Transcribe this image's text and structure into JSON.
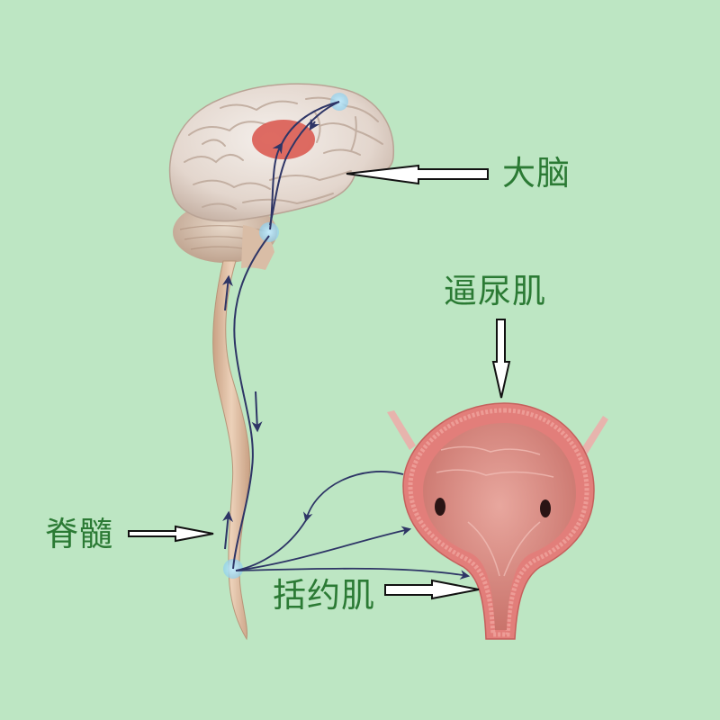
{
  "diagram": {
    "type": "anatomical-illustration",
    "subject": "micturition reflex pathway",
    "background_color": "#bde6c3",
    "label_color": "#2b7a34",
    "labels": {
      "brain": "大脑",
      "detrusor_muscle": "逼尿肌",
      "spinal_cord": "脊髓",
      "sphincter_muscle": "括约肌"
    },
    "nodes": [
      {
        "id": "cortex-center",
        "description": "red oval region in brain"
      },
      {
        "id": "frontal-node",
        "description": "light blue node at top right of brain"
      },
      {
        "id": "brainstem-node",
        "description": "light blue node at brainstem"
      },
      {
        "id": "sacral-node",
        "description": "light blue node at lower spinal cord"
      }
    ],
    "pointer_arrows": [
      {
        "target": "brain",
        "direction": "left"
      },
      {
        "target": "detrusor_muscle",
        "direction": "down"
      },
      {
        "target": "spinal_cord",
        "direction": "right"
      },
      {
        "target": "sphincter_muscle",
        "direction": "right"
      }
    ],
    "colors": {
      "nerve_path": "#2e3566",
      "node_blue": "#a9dcf3",
      "cortex_red": "#d9544a",
      "brain": "#e8ddd6",
      "spinal_cord": "#dcb799",
      "bladder_wall": "#e07c79",
      "bladder_inner": "#d98a83"
    }
  }
}
